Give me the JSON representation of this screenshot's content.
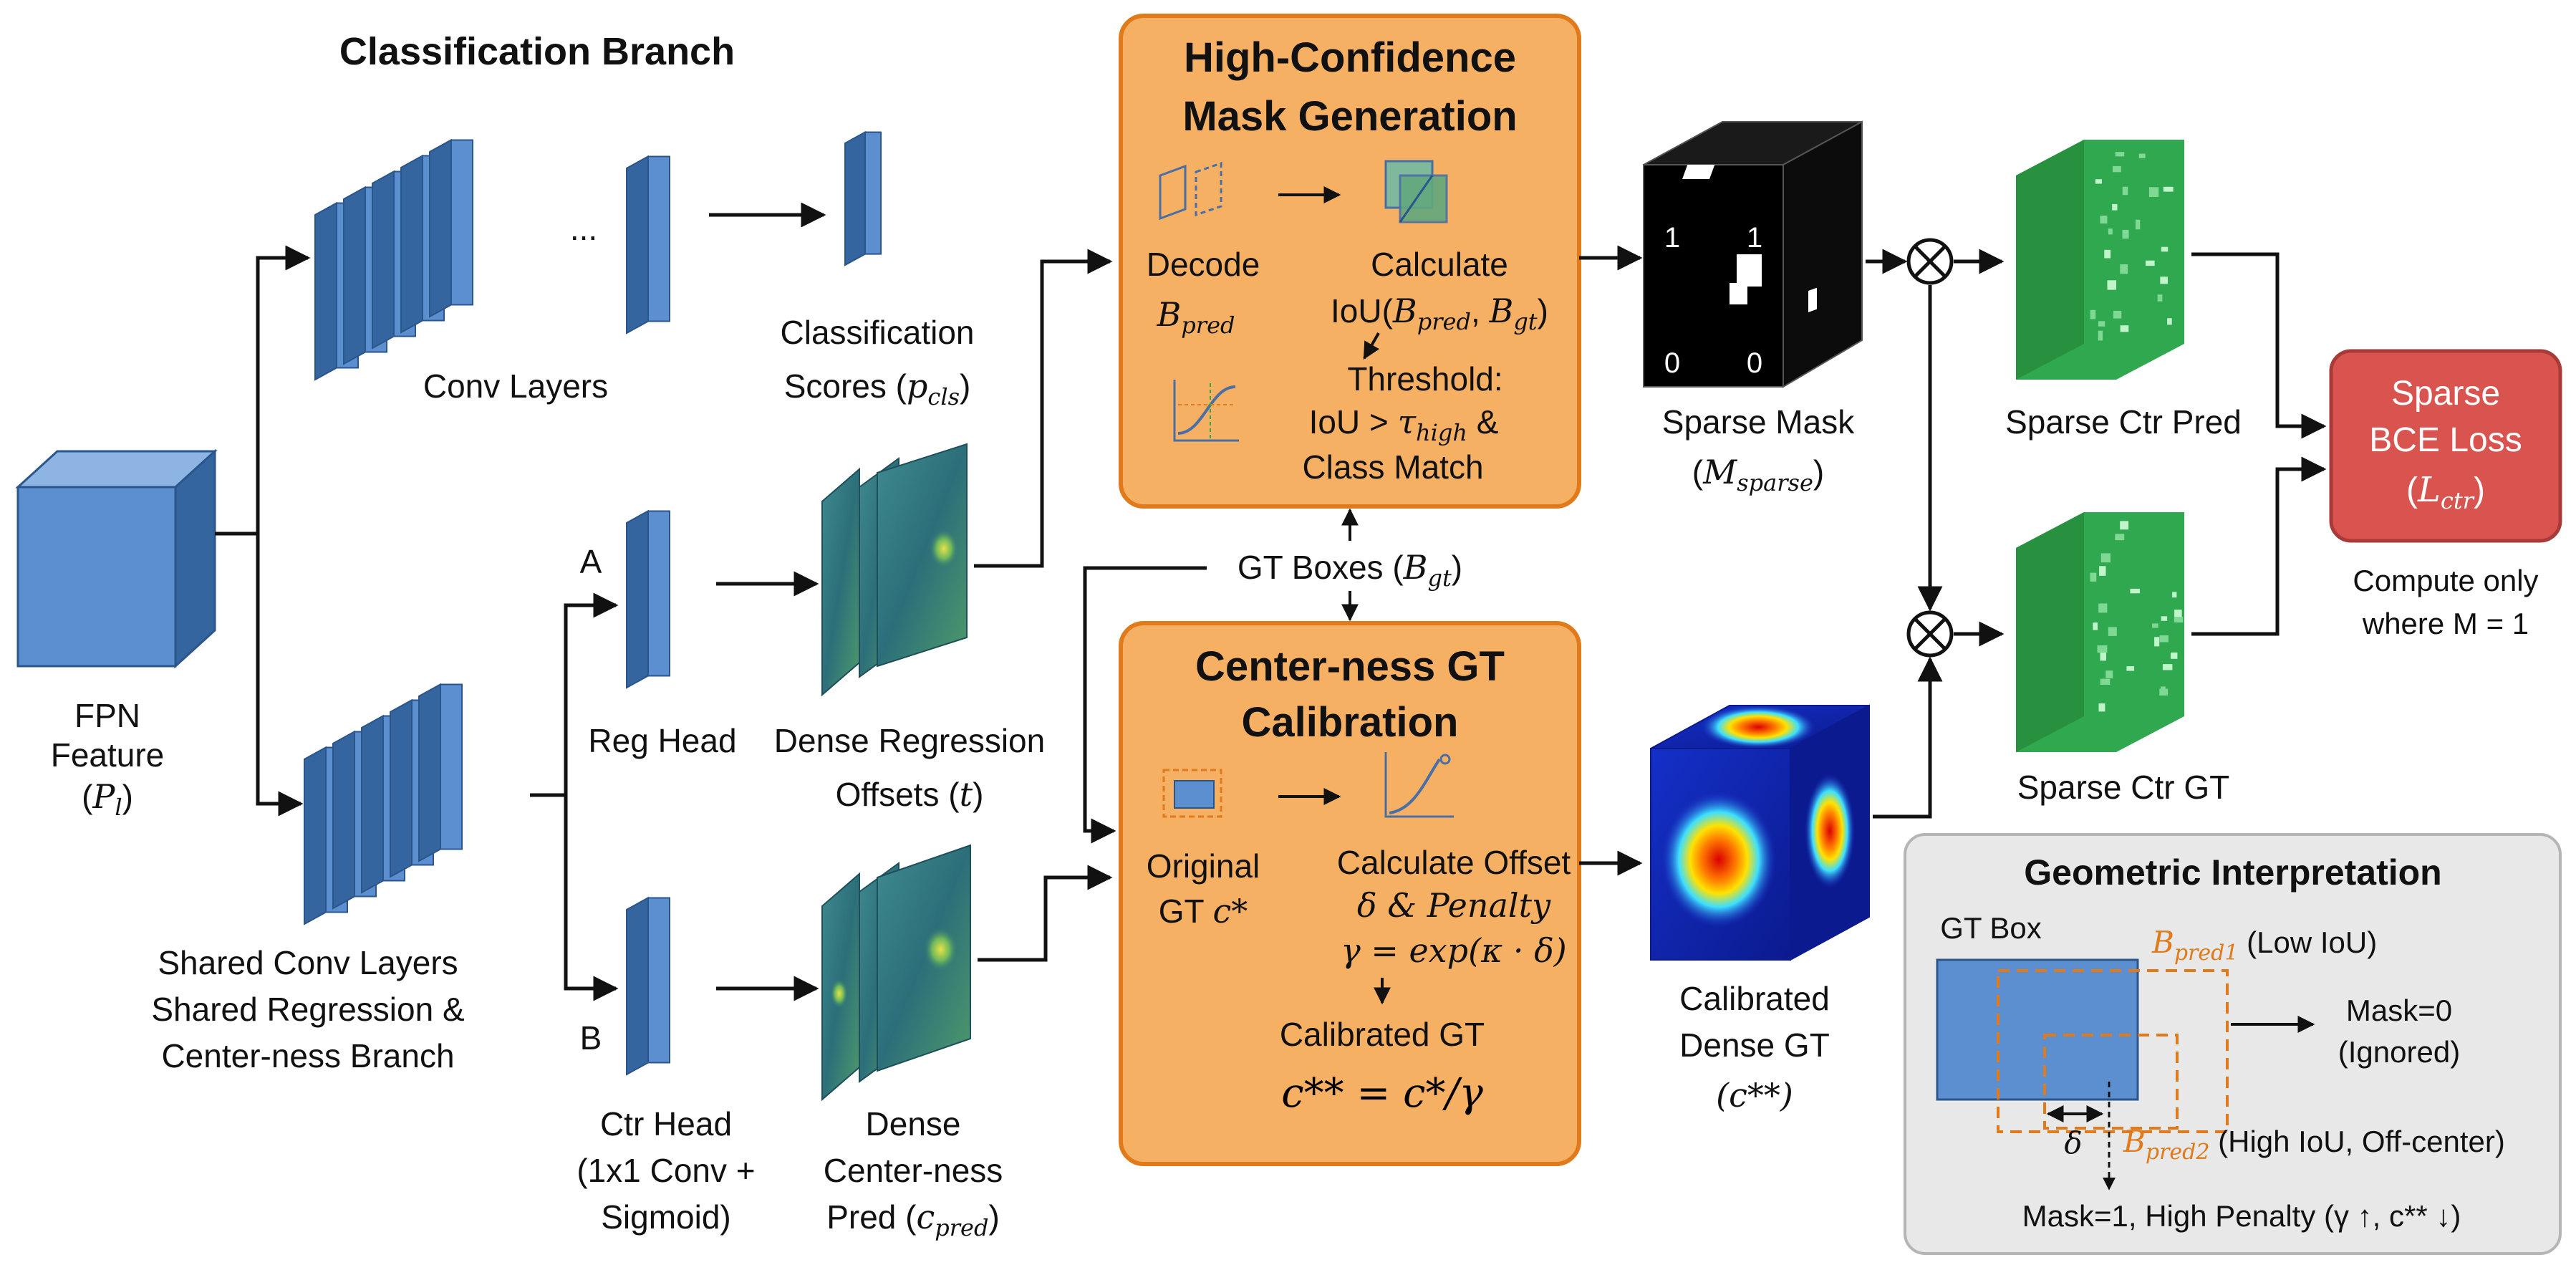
{
  "classification": {
    "title": "Classification Branch",
    "conv_layers": "Conv Layers",
    "ellipsis": "...",
    "scores_line1": "Classification",
    "scores_line2_pre": "Scores (",
    "scores_var": "p",
    "scores_sub": "cls",
    "scores_post": ")"
  },
  "fpn": {
    "line1": "FPN",
    "line2": "Feature",
    "var_pre": "(",
    "var": "P",
    "var_sub": "l",
    "var_post": ")"
  },
  "shared": {
    "line1": "Shared Conv Layers",
    "line2": "Shared Regression &",
    "line3": "Center-ness Branch"
  },
  "branch_a": "A",
  "branch_b": "B",
  "reg_head": "Reg Head",
  "dense_reg": {
    "line1": "Dense Regression",
    "line2_pre": "Offsets (",
    "var": "t",
    "line2_post": ")"
  },
  "ctr_head": {
    "line1": "Ctr Head",
    "line2": "(1x1 Conv +",
    "line3": "Sigmoid)"
  },
  "dense_ctr": {
    "line1": "Dense",
    "line2": "Center-ness",
    "line3_pre": "Pred (",
    "var": "c",
    "sub": "pred",
    "line3_post": ")"
  },
  "mask_gen": {
    "title_line1": "High-Confidence",
    "title_line2": "Mask Generation",
    "decode": "Decode",
    "decode_var": "B",
    "decode_sub": "pred",
    "calculate": "Calculate",
    "iou_pre": "IoU(",
    "iou_b1": "B",
    "iou_b1_sub": "pred",
    "iou_sep": ", ",
    "iou_b2": "B",
    "iou_b2_sub": "gt",
    "iou_post": ")",
    "threshold": "Threshold:",
    "iou_gt": "IoU > ",
    "tau": "τ",
    "tau_sub": "high",
    "amp": " &",
    "class_match": "Class Match"
  },
  "gt_boxes": {
    "pre": "GT Boxes (",
    "var": "B",
    "sub": "gt",
    "post": ")"
  },
  "calibration": {
    "title_line1": "Center-ness GT",
    "title_line2": "Calibration",
    "original": "Original",
    "gt_c_pre": "GT ",
    "gt_c": "c*",
    "calc_offset": "Calculate Offset",
    "delta_line": "δ & Penalty",
    "gamma_line": "γ = exp(κ · δ)",
    "calibrated_gt": "Calibrated GT",
    "formula": "c** = c*/γ"
  },
  "sparse_mask": {
    "digits": [
      "1",
      "1",
      "0",
      "0"
    ],
    "line1": "Sparse Mask",
    "var_pre": "(",
    "var": "M",
    "sub": "sparse",
    "var_post": ")"
  },
  "calibrated_dense": {
    "line1": "Calibrated",
    "line2": "Dense GT",
    "line3": "(c**)"
  },
  "sparse_ctr_pred": "Sparse Ctr Pred",
  "sparse_ctr_gt": "Sparse Ctr GT",
  "loss": {
    "line1": "Sparse",
    "line2": "BCE Loss",
    "line3_pre": "(",
    "var": "L",
    "sub": "ctr",
    "line3_post": ")",
    "note1": "Compute only",
    "note2": "where M = 1"
  },
  "geometric": {
    "title": "Geometric Interpretation",
    "gt_box": "GT Box",
    "b1": "B",
    "b1_sub": "pred1",
    "b1_note": " (Low IoU)",
    "mask0_line1": "Mask=0",
    "mask0_line2": "(Ignored)",
    "delta": "δ",
    "b2": "B",
    "b2_sub": "pred2",
    "b2_note": " (High IoU, Off-center)",
    "mask1": "Mask=1, High Penalty (γ ↑, c** ↓)"
  },
  "colors": {
    "layer_front": "#5b8fd0",
    "layer_side": "#34659f",
    "layer_top": "#8db4e2",
    "orange_fill": "#f6b064",
    "orange_stroke": "#e07a1a",
    "loss_fill": "#d9534f",
    "green": "#2fa84f",
    "panel_fill": "#e8e8e8"
  }
}
